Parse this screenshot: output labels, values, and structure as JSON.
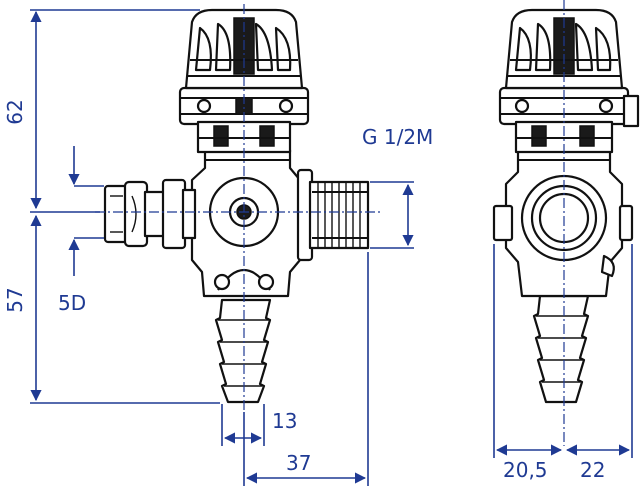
{
  "colors": {
    "dimension": "#1f3a93",
    "outline": "#111111"
  },
  "dimensions": {
    "height_upper": "62",
    "height_lower": "57",
    "thread": "G 1/2M",
    "hose_size": "5D",
    "hose_width": "13",
    "side_offset": "37",
    "side_width_left": "20,5",
    "side_width_right": "22"
  }
}
